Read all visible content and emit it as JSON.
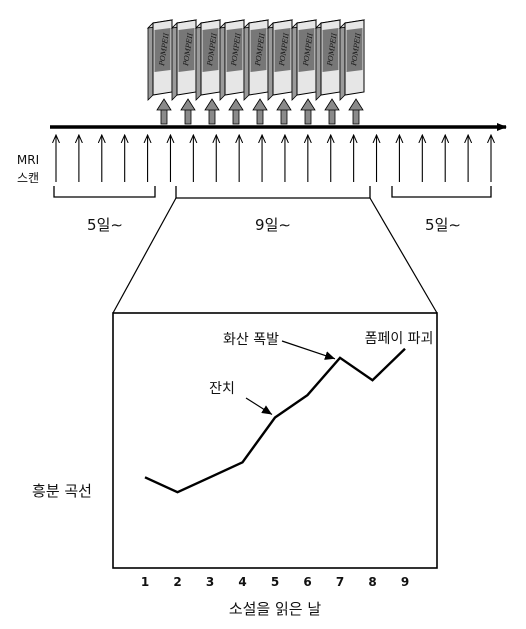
{
  "timeline": {
    "scan_label_line1": "MRI",
    "scan_label_line2": "스캔",
    "book_cover_text": "POMPEII",
    "book_count": 9,
    "scan_count": 20,
    "periods": [
      {
        "label": "5일∼"
      },
      {
        "label": "9일∼"
      },
      {
        "label": "5일∼"
      }
    ]
  },
  "chart_data": {
    "type": "line",
    "x": [
      1,
      2,
      3,
      4,
      5,
      6,
      7,
      8,
      9
    ],
    "y": [
      4.0,
      3.0,
      4.0,
      5.0,
      8.0,
      9.5,
      12.0,
      10.5,
      12.6
    ],
    "xlim": [
      0.5,
      9.5
    ],
    "ylim": [
      0,
      15
    ],
    "xlabel": "소설을 읽은 날",
    "ylabel": "흥분 곡선",
    "xticks": [
      "1",
      "2",
      "3",
      "4",
      "5",
      "6",
      "7",
      "8",
      "9"
    ],
    "grid": false,
    "annotations": [
      {
        "text": "잔치",
        "x": 5,
        "y": 8.0
      },
      {
        "text": "화산 폭발",
        "x": 7,
        "y": 12.0
      },
      {
        "text": "폼페이 파괴",
        "x": 9,
        "y": 12.6
      }
    ]
  }
}
